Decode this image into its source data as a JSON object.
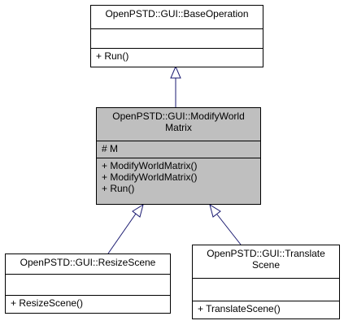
{
  "classes": {
    "base_operation": {
      "name": "OpenPSTD::GUI::BaseOperation",
      "attributes": [],
      "methods": [
        "+ Run()"
      ]
    },
    "modify_world_matrix": {
      "name_line1": "OpenPSTD::GUI::ModifyWorld",
      "name_line2": "Matrix",
      "attributes": [
        "# M"
      ],
      "methods": [
        "+ ModifyWorldMatrix()",
        "+ ModifyWorldMatrix()",
        "+ Run()"
      ]
    },
    "resize_scene": {
      "name": "OpenPSTD::GUI::ResizeScene",
      "attributes": [],
      "methods": [
        "+ ResizeScene()"
      ]
    },
    "translate_scene": {
      "name_line1": "OpenPSTD::GUI::Translate",
      "name_line2": "Scene",
      "attributes": [],
      "methods": [
        "+ TranslateScene()"
      ]
    }
  },
  "colors": {
    "highlight_fill": "#bfbfbf",
    "box_border": "#000000",
    "connector": "#191970"
  }
}
